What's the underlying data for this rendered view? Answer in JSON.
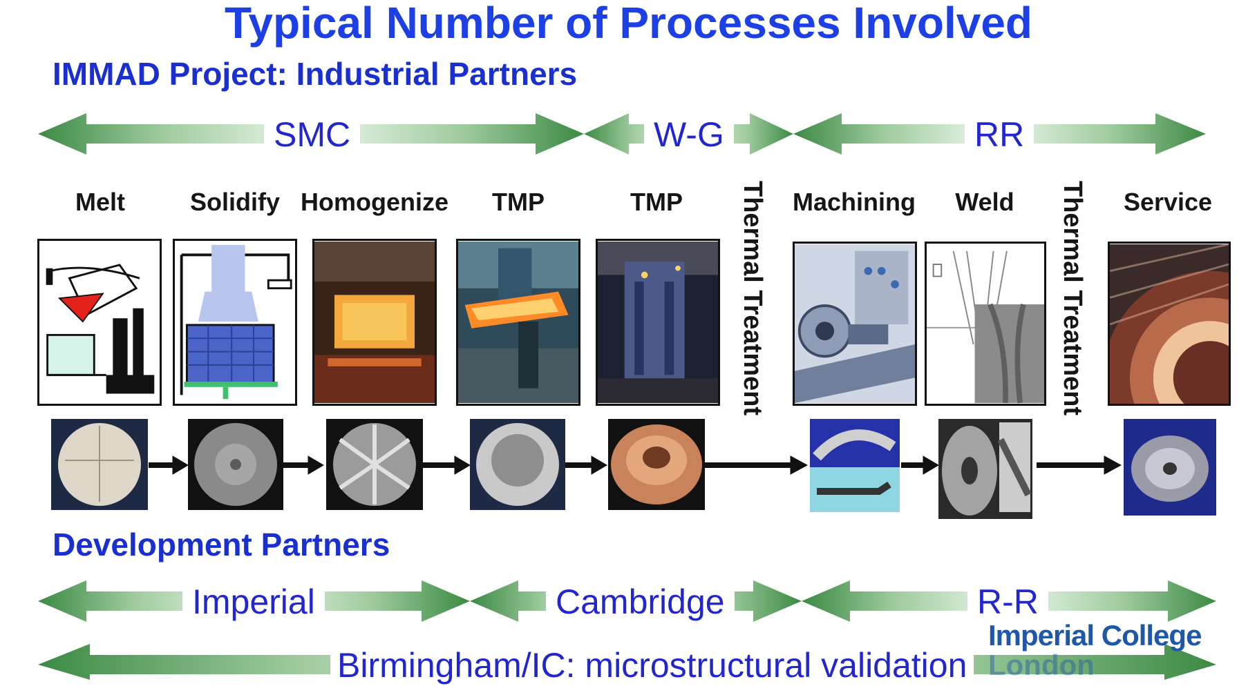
{
  "title": "Typical Number of Processes Involved",
  "industrial_heading": "IMMAD Project: Industrial Partners",
  "industrial_partners": [
    "SMC",
    "W-G",
    "RR"
  ],
  "steps": [
    "Melt",
    "Solidify",
    "Homogenize",
    "TMP",
    "TMP",
    "Machining",
    "Weld",
    "Service"
  ],
  "thermal_treatment": "Thermal Treatment",
  "development_heading": "Development Partners",
  "development_partners": [
    "Imperial",
    "Cambridge",
    "R-R"
  ],
  "validation_label": "Birmingham/IC: microstructural validation",
  "logo": {
    "line1": "Imperial College",
    "line2": "London"
  },
  "colors": {
    "title": "#1c3fe6",
    "heading": "#1a2fd0",
    "arrow_dark": "#3f8a45",
    "arrow_light": "#e8f4e8"
  }
}
